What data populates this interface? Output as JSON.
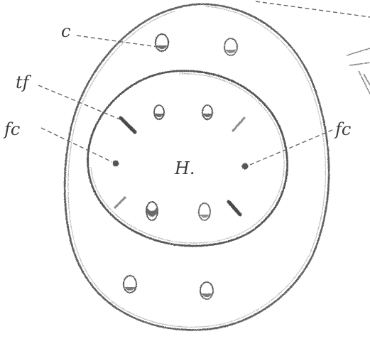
{
  "labels": {
    "c": "c",
    "tf": "tf",
    "fc_left": "fc",
    "fc_right": "fc",
    "center": "H."
  },
  "colors": {
    "ink": "#5a5a5a",
    "ink_dark": "#3a3a3a",
    "paper": "#ffffff"
  }
}
